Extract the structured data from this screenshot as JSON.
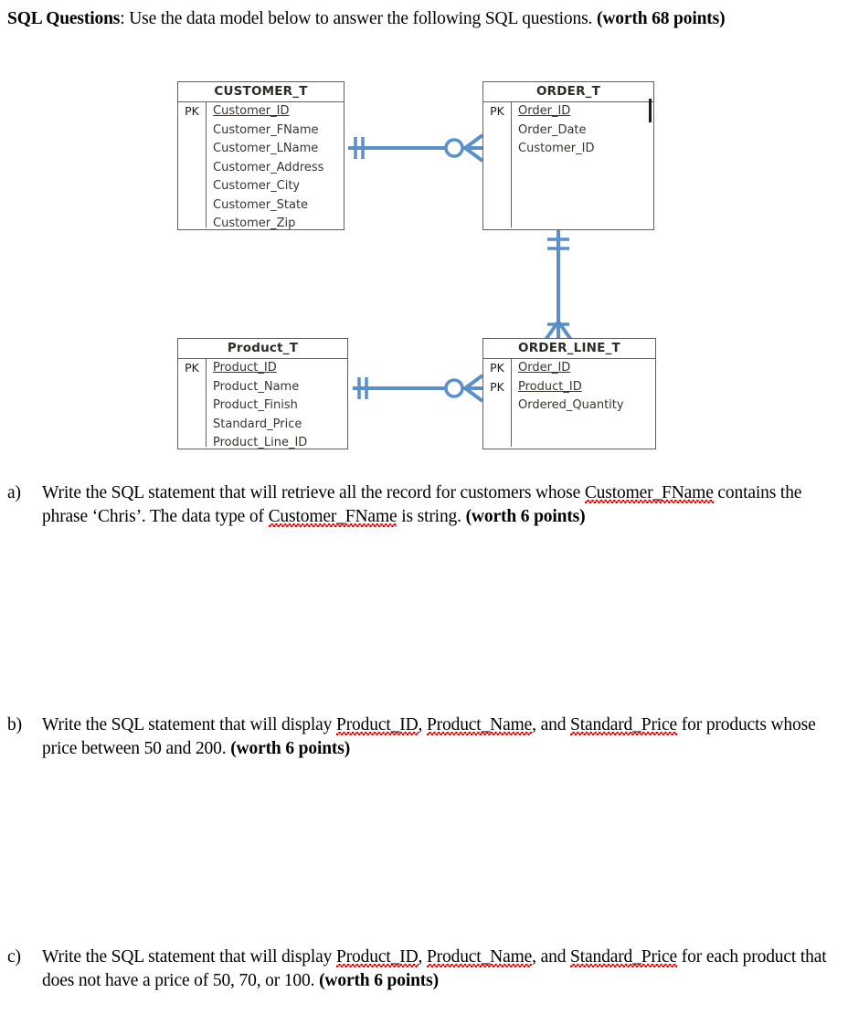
{
  "document": {
    "intro": {
      "lead_bold": "SQL Questions",
      "lead_rest": ": Use the data model below to answer the following SQL questions. ",
      "points_bold": "(worth 68 points)"
    }
  },
  "diagram": {
    "notation": "crow's-foot",
    "line_color": "#5b8fc7",
    "border_color": "#5f5f5f",
    "entities": [
      {
        "id": "customer_t",
        "title": "CUSTOMER_T",
        "attributes": [
          {
            "key": "PK",
            "name": "Customer_ID",
            "is_pk": true
          },
          {
            "key": "",
            "name": "Customer_FName",
            "is_pk": false
          },
          {
            "key": "",
            "name": "Customer_LName",
            "is_pk": false
          },
          {
            "key": "",
            "name": "Customer_Address",
            "is_pk": false
          },
          {
            "key": "",
            "name": "Customer_City",
            "is_pk": false
          },
          {
            "key": "",
            "name": "Customer_State",
            "is_pk": false
          },
          {
            "key": "",
            "name": "Customer_Zip",
            "is_pk": false
          }
        ]
      },
      {
        "id": "order_t",
        "title": "ORDER_T",
        "attributes": [
          {
            "key": "PK",
            "name": "Order_ID",
            "is_pk": true
          },
          {
            "key": "",
            "name": "Order_Date",
            "is_pk": false
          },
          {
            "key": "",
            "name": "Customer_ID",
            "is_pk": false
          }
        ]
      },
      {
        "id": "product_t",
        "title": "Product_T",
        "attributes": [
          {
            "key": "PK",
            "name": "Product_ID",
            "is_pk": true
          },
          {
            "key": "",
            "name": "Product_Name",
            "is_pk": false
          },
          {
            "key": "",
            "name": "Product_Finish",
            "is_pk": false
          },
          {
            "key": "",
            "name": "Standard_Price",
            "is_pk": false
          },
          {
            "key": "",
            "name": "Product_Line_ID",
            "is_pk": false
          }
        ]
      },
      {
        "id": "order_line_t",
        "title": "ORDER_LINE_T",
        "attributes": [
          {
            "key": "PK",
            "name": "Order_ID",
            "is_pk": true
          },
          {
            "key": "PK",
            "name": "Product_ID",
            "is_pk": true
          },
          {
            "key": "",
            "name": "Ordered_Quantity",
            "is_pk": false
          }
        ]
      }
    ],
    "relationships": [
      {
        "from": "customer_t",
        "to": "order_t",
        "from_cardinality": "one-and-only-one",
        "to_cardinality": "zero-or-many"
      },
      {
        "from": "order_t",
        "to": "order_line_t",
        "from_cardinality": "one-and-only-one",
        "to_cardinality": "one-or-many"
      },
      {
        "from": "product_t",
        "to": "order_line_t",
        "from_cardinality": "one-and-only-one",
        "to_cardinality": "zero-or-many"
      }
    ]
  },
  "questions": [
    {
      "marker": "a)",
      "parts": [
        {
          "type": "text",
          "value": "Write the SQL statement that will retrieve all the record for customers whose "
        },
        {
          "type": "misspelled",
          "value": "Customer_FName"
        },
        {
          "type": "text",
          "value": " contains the phrase ‘Chris’. The data type of "
        },
        {
          "type": "misspelled",
          "value": "Customer_FName"
        },
        {
          "type": "text",
          "value": " is string. "
        },
        {
          "type": "bold",
          "value": "(worth 6 points)"
        }
      ]
    },
    {
      "marker": "b)",
      "parts": [
        {
          "type": "text",
          "value": "Write the SQL statement that will display "
        },
        {
          "type": "misspelled",
          "value": "Product_ID"
        },
        {
          "type": "text",
          "value": ", "
        },
        {
          "type": "misspelled",
          "value": "Product_Name"
        },
        {
          "type": "text",
          "value": ", and "
        },
        {
          "type": "misspelled",
          "value": "Standard_Price"
        },
        {
          "type": "text",
          "value": " for products whose price between 50 and 200. "
        },
        {
          "type": "bold",
          "value": "(worth 6 points)"
        }
      ]
    },
    {
      "marker": "c)",
      "parts": [
        {
          "type": "text",
          "value": "Write the SQL statement that will display "
        },
        {
          "type": "misspelled",
          "value": "Product_ID"
        },
        {
          "type": "text",
          "value": ", "
        },
        {
          "type": "misspelled",
          "value": "Product_Name"
        },
        {
          "type": "text",
          "value": ", and "
        },
        {
          "type": "misspelled",
          "value": "Standard_Price"
        },
        {
          "type": "text",
          "value": " for each product that does not have a price of 50, 70, or 100. "
        },
        {
          "type": "bold",
          "value": "(worth 6 points)"
        }
      ]
    }
  ]
}
